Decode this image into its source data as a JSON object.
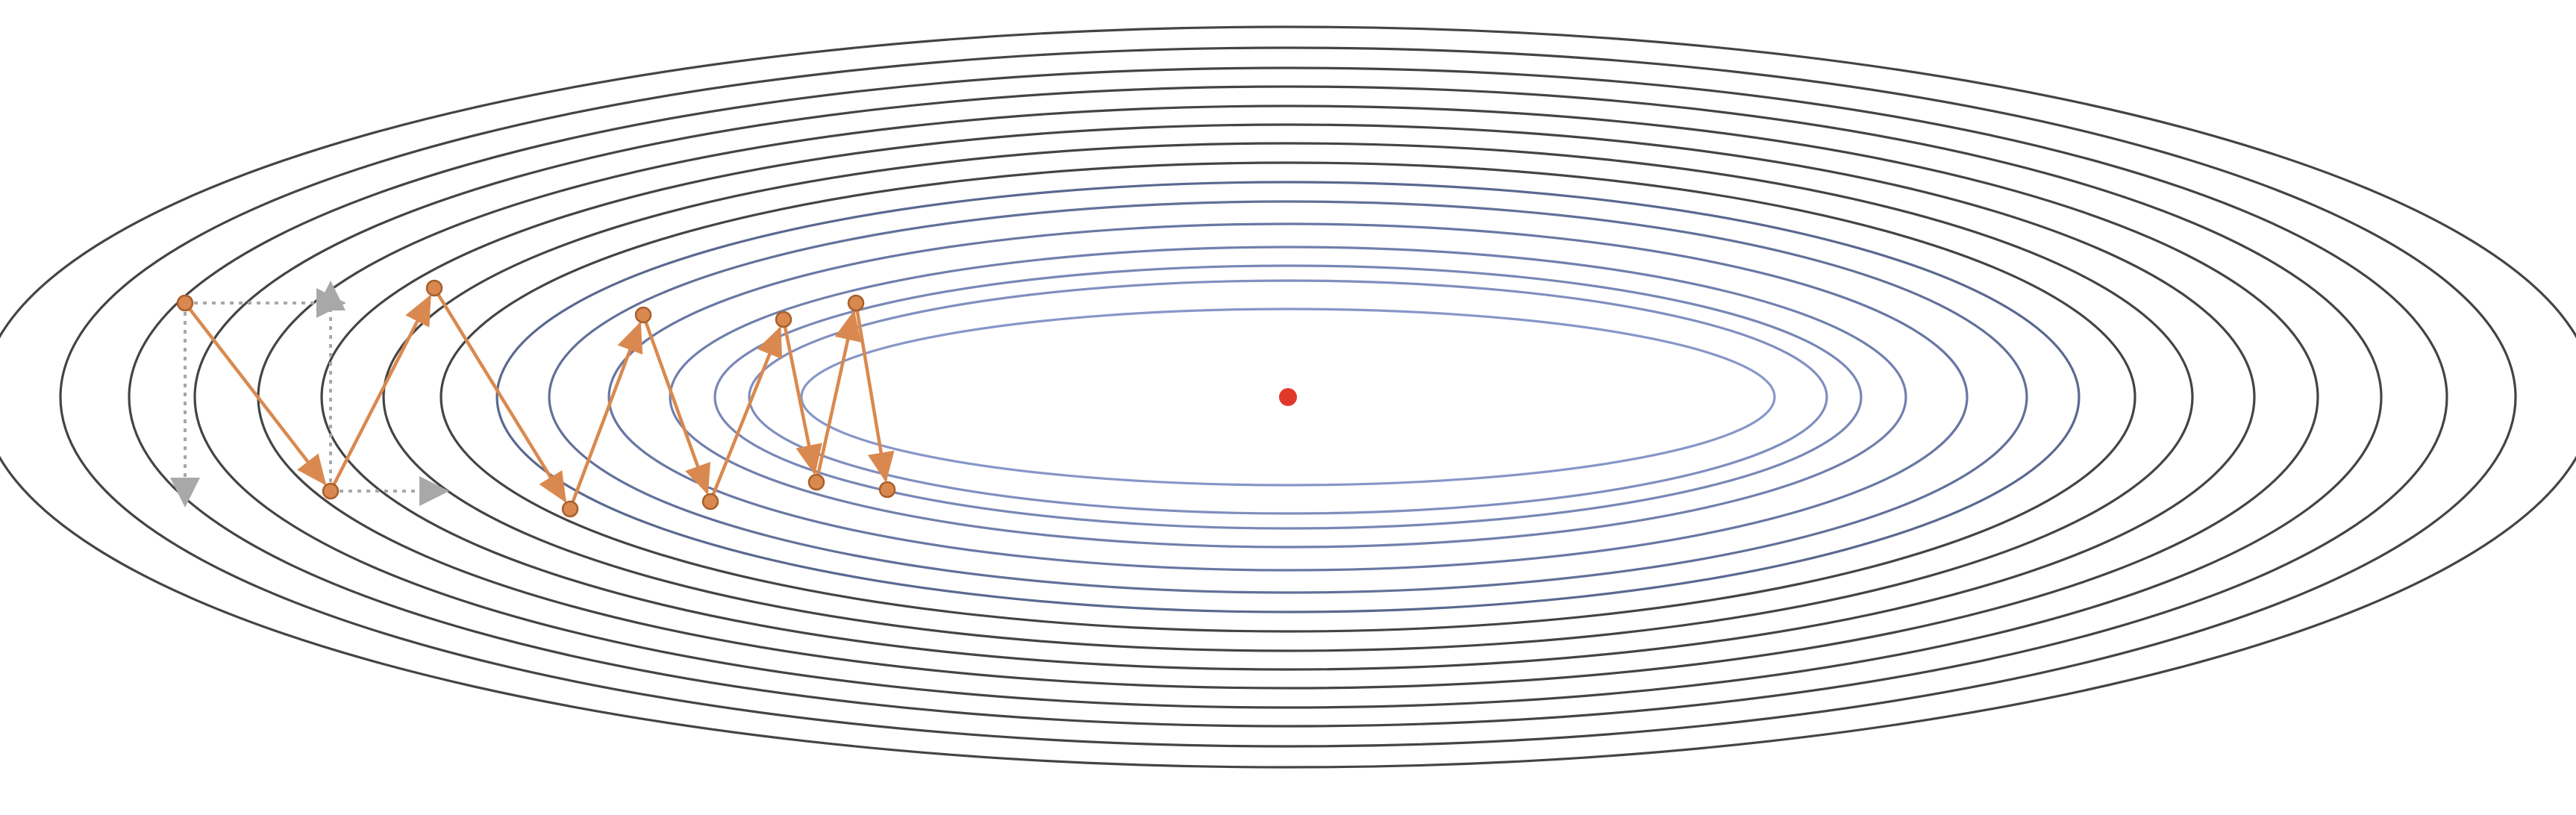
{
  "diagram": {
    "type": "gradient-descent-on-elliptical-contours",
    "colors": {
      "background": "#ffffff",
      "contour_outer": "#444444",
      "contour_inner": "#8796c8",
      "path": "#d9894f",
      "point_fill": "#d9894f",
      "point_stroke": "#a85f2a",
      "minimum": "#e0392b",
      "component_arrows": "#a8a8a8"
    },
    "contour_count": 15,
    "path_step_count": 10,
    "has_minimum_marker": true,
    "has_component_decomposition": true
  }
}
